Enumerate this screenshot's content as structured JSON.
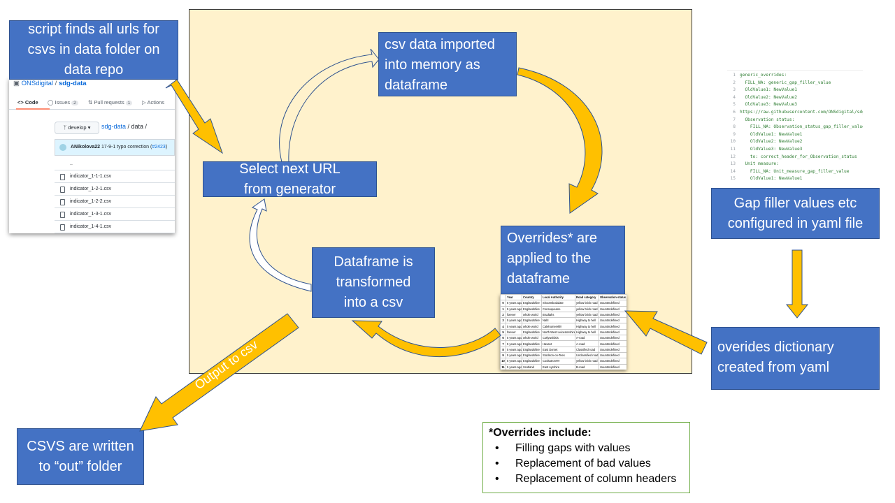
{
  "boxes": {
    "script_finds": [
      "script finds all urls for",
      "csvs in data folder on",
      "data repo"
    ],
    "csv_imported": [
      "csv data imported",
      "into memory as",
      "dataframe"
    ],
    "select_next": [
      "Select next URL",
      "from generator"
    ],
    "overrides_applied": [
      "Overrides* are",
      "applied to the",
      "dataframe"
    ],
    "dataframe_transformed": [
      "Dataframe is",
      "transformed",
      "into a csv"
    ],
    "gap_filler": [
      "Gap filler values etc",
      "configured in yaml file"
    ],
    "overides_dict": [
      "overides dictionary",
      "created from yaml"
    ],
    "csvs_written": [
      "CSVS are written",
      "to “out” folder"
    ]
  },
  "arrow_label": "Output to csv",
  "github": {
    "owner": "ONSdigital",
    "separator": " / ",
    "repo": "sdg-data",
    "tabs": {
      "code": "Code",
      "issues": "Issues",
      "issues_count": "2",
      "pulls": "Pull requests",
      "pulls_count": "1",
      "actions": "Actions"
    },
    "branch": "develop",
    "path_repo": "sdg-data",
    "path_rest": " / data /",
    "commit_user": "ANikolova22",
    "commit_msg": "17-9-1 typo correction (",
    "commit_link": "#2423",
    "commit_close": ")",
    "parent": "..",
    "files": [
      "indicator_1-1-1.csv",
      "indicator_1-2-1.csv",
      "indicator_1-2-2.csv",
      "indicator_1-3-1.csv",
      "indicator_1-4-1.csv"
    ]
  },
  "yaml_lines": [
    {
      "n": "1",
      "t": "generic_overrides:"
    },
    {
      "n": "2",
      "t": "  FILL_NA: generic_gap_filler_value"
    },
    {
      "n": "3",
      "t": "  OldValue1: NewValue1"
    },
    {
      "n": "4",
      "t": "  OldValue2: NewValue2"
    },
    {
      "n": "5",
      "t": "  OldValue3: NewValue3"
    },
    {
      "n": "6",
      "t": "https://raw.githubusercontent.com/ONSdigital/sdg-d"
    },
    {
      "n": "7",
      "t": "  Observation status:"
    },
    {
      "n": "8",
      "t": "    FILL_NA: Observation_status_gap_filler_value"
    },
    {
      "n": "9",
      "t": "    OldValue1: NewValue1"
    },
    {
      "n": "10",
      "t": "    OldValue2: NewValue2"
    },
    {
      "n": "11",
      "t": "    OldValue3: NewValue3"
    },
    {
      "n": "12",
      "t": "    to: correct_header_for_Observation_status"
    },
    {
      "n": "13",
      "t": "  Unit measure:"
    },
    {
      "n": "14",
      "t": "    FILL_NA: Unit_measure_gap_filler_value"
    },
    {
      "n": "15",
      "t": "    OldValue1: NewValue1"
    }
  ],
  "table": {
    "headers": [
      "",
      "Year",
      "Country",
      "Local Authority",
      "Road category",
      "Observation status"
    ],
    "rows": [
      [
        "0",
        "5 years ago",
        "Englandshire",
        "Shootmbodulate",
        "yellow brick road",
        "Uuuntmdefined"
      ],
      [
        "1",
        "5 years ago",
        "Englandshire",
        "Consuqueane",
        "yellow brick road",
        "Uuuntmdefined"
      ],
      [
        "2",
        "forever",
        "whole world",
        "Brudtahs",
        "yellow brick road",
        "Uuuntmdefined"
      ],
      [
        "3",
        "5 years ago",
        "Englandshire",
        "Nahl",
        "Highway to hell",
        "Uuuntmdefined"
      ],
      [
        "4",
        "5 years ago",
        "whole world",
        "Calelrumerekl!!",
        "Highway to hell",
        "Uuuntmdefined"
      ],
      [
        "5",
        "forever",
        "Englandshire",
        "North West Leicestershire",
        "Highway to hell",
        "Uuuntmdefined"
      ],
      [
        "6",
        "5 years ago",
        "whole world",
        "Cotlywoldsis",
        "A-road",
        "Uuuntmdefined"
      ],
      [
        "7",
        "5 years ago",
        "Englandshire",
        "Havant",
        "A-road",
        "Uuuntmdefined"
      ],
      [
        "8",
        "5 years ago",
        "Englandshire",
        "East Dorset",
        "Classified road",
        "Uuuntmdefined"
      ],
      [
        "9",
        "5 years ago",
        "Englandshire",
        "Stockton-on-Tees",
        "Unclassified road",
        "Uuuntmdefined"
      ],
      [
        "10",
        "5 years ago",
        "Englandshire",
        "Cookatron!!!!!",
        "yellow brick road",
        "Uuuntmdefined"
      ],
      [
        "11",
        "5 years ago",
        "Scotland",
        "East Ayrshire",
        "B-road",
        "Uuuntmdefined"
      ]
    ]
  },
  "note": {
    "heading": "*Overrides include:",
    "bullet": "•",
    "items": [
      "Filling gaps with values",
      "Replacement of bad values",
      "Replacement of column headers"
    ]
  },
  "colors": {
    "box_fill": "#4472c4",
    "canvas_fill": "#fff2cc",
    "arrow_fill": "#ffc000",
    "note_border": "#70ad47"
  }
}
